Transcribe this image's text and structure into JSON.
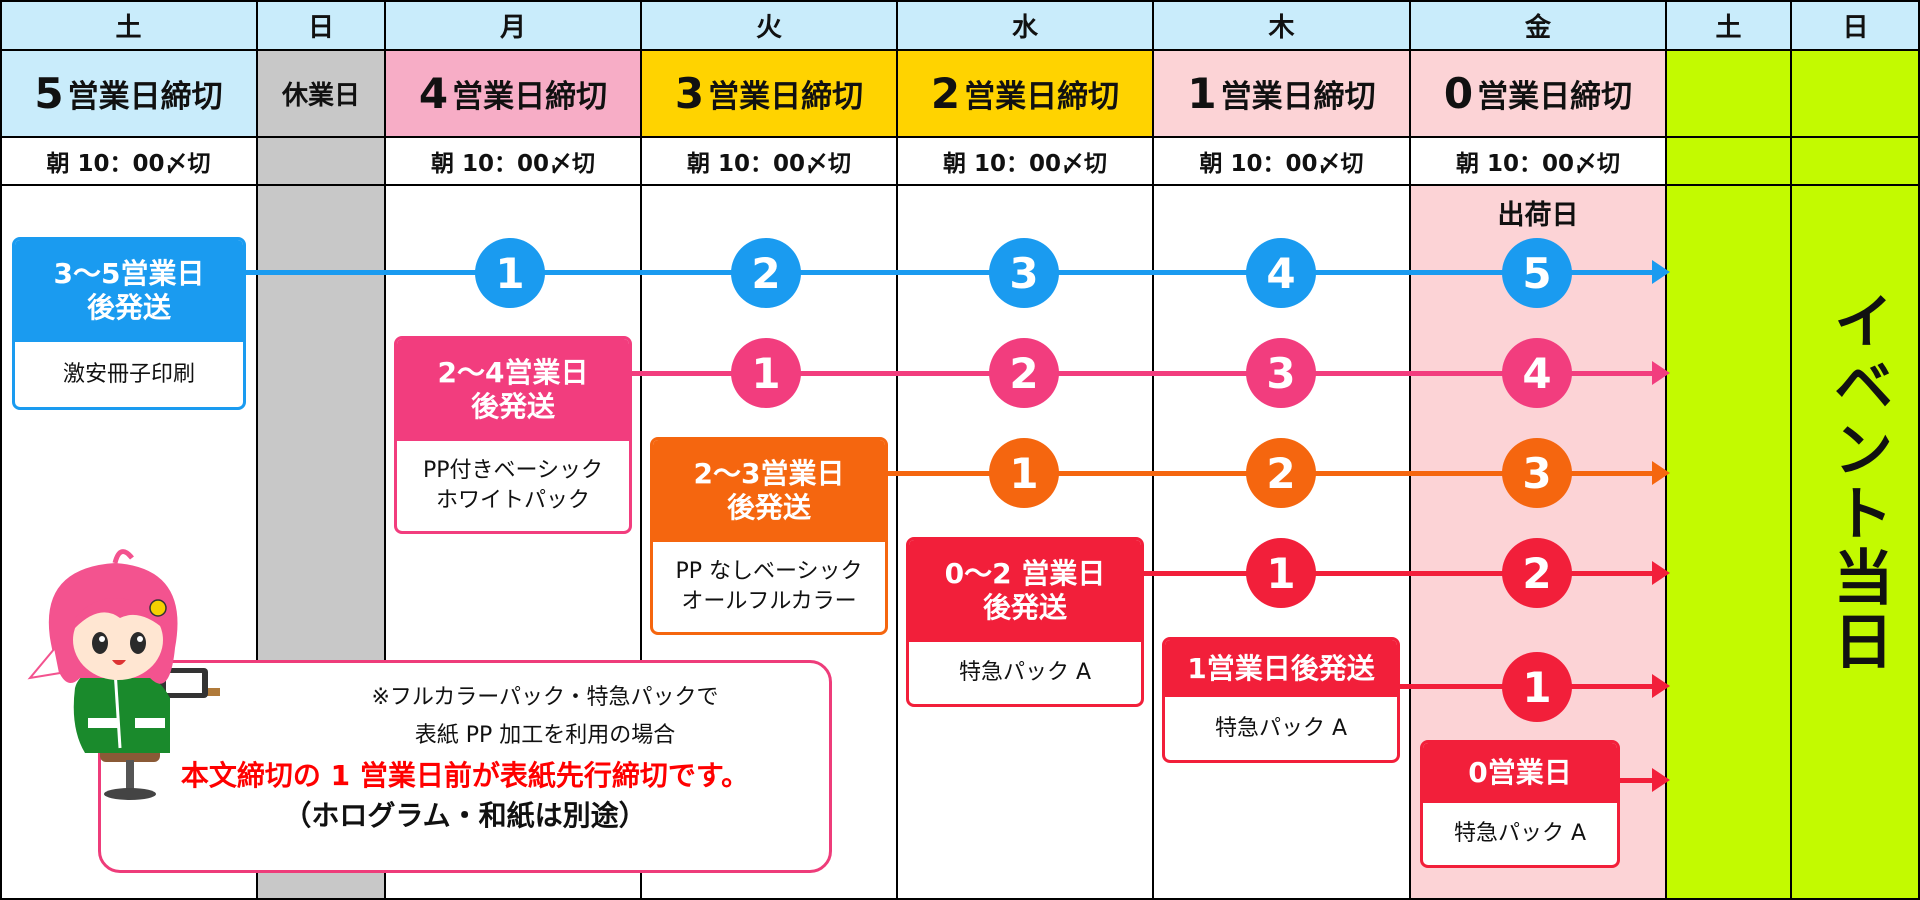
{
  "columns": [
    {
      "day": "土",
      "deadline_num": "5",
      "deadline_text": "営業日締切",
      "cutoff": "朝 10：00〆切"
    },
    {
      "day": "日",
      "deadline_num": "",
      "deadline_text": "休業日",
      "cutoff": ""
    },
    {
      "day": "月",
      "deadline_num": "4",
      "deadline_text": "営業日締切",
      "cutoff": "朝 10：00〆切"
    },
    {
      "day": "火",
      "deadline_num": "3",
      "deadline_text": "営業日締切",
      "cutoff": "朝 10：00〆切"
    },
    {
      "day": "水",
      "deadline_num": "2",
      "deadline_text": "営業日締切",
      "cutoff": "朝 10：00〆切"
    },
    {
      "day": "木",
      "deadline_num": "1",
      "deadline_text": "営業日締切",
      "cutoff": "朝 10：00〆切"
    },
    {
      "day": "金",
      "deadline_num": "0",
      "deadline_text": "営業日締切",
      "cutoff": "朝 10：00〆切"
    },
    {
      "day": "土",
      "deadline_num": "",
      "deadline_text": "",
      "cutoff": ""
    },
    {
      "day": "日",
      "deadline_num": "",
      "deadline_text": "",
      "cutoff": ""
    }
  ],
  "shipping_day_label": "出荷日",
  "event_day_label": "イベント当日",
  "rows": [
    {
      "head_line1": "3〜5営業日",
      "head_line2": "後発送",
      "body_line1": "激安冊子印刷",
      "body_line2": "",
      "color": "#1a9bf0",
      "steps": [
        "1",
        "2",
        "3",
        "4",
        "5"
      ]
    },
    {
      "head_line1": "2〜4営業日",
      "head_line2": "後発送",
      "body_line1": "PP付きベーシック",
      "body_line2": "ホワイトパック",
      "color": "#f23d7e",
      "steps": [
        "1",
        "2",
        "3",
        "4"
      ]
    },
    {
      "head_line1": "2〜3営業日",
      "head_line2": "後発送",
      "body_line1": "PP なしベーシック",
      "body_line2": "オールフルカラー",
      "color": "#f5660f",
      "steps": [
        "1",
        "2",
        "3"
      ]
    },
    {
      "head_line1": "0〜2 営業日",
      "head_line2": "後発送",
      "body_line1": "特急パック A",
      "body_line2": "",
      "color": "#f21f3a",
      "steps": [
        "1",
        "2"
      ]
    },
    {
      "head_line1": "1営業日後発送",
      "head_line2": "",
      "body_line1": "特急パック A",
      "body_line2": "",
      "color": "#f21f3a",
      "steps": [
        "1"
      ]
    },
    {
      "head_line1": "0営業日",
      "head_line2": "",
      "body_line1": "特急パック A",
      "body_line2": "",
      "color": "#f21f3a",
      "steps": []
    }
  ],
  "note": {
    "line1": "※フルカラーパック・特急パックで",
    "line2": "表紙 PP 加工を利用の場合",
    "line3": "本文締切の 1 営業日前が表紙先行締切です。",
    "line4": "（ホログラム・和紙は別途）"
  },
  "colors": {
    "header_blue": "#c9ecfb",
    "closed_gray": "#c8c8c8",
    "mon_pink": "#f7adc6",
    "tue_yellow": "#ffd300",
    "wed_yellow": "#ffd300",
    "thu_pink": "#fcd3d6",
    "fri_pink": "#fcd3d6",
    "event_green": "#c3fa00",
    "pink_border": "#ee3c7a"
  }
}
